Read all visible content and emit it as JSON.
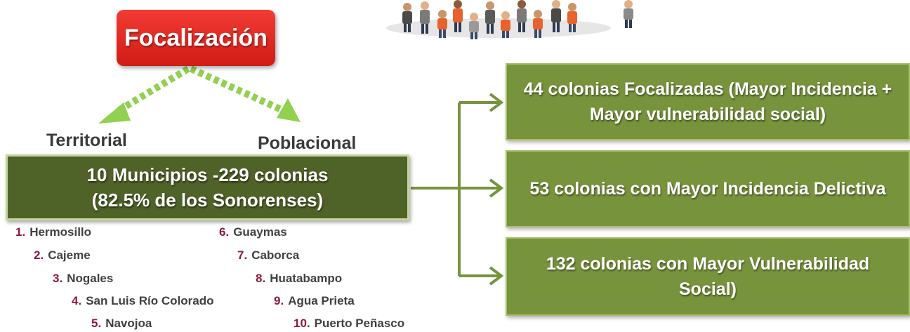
{
  "title": "Focalización",
  "categories": {
    "territorial": "Territorial",
    "poblacional": "Poblacional"
  },
  "main_box": {
    "line1": "10 Municipios -229 colonias",
    "line2": "(82.5% de los Sonorenses)"
  },
  "right_boxes": [
    {
      "line1": "44 colonias Focalizadas (Mayor Incidencia +",
      "line2": "Mayor vulnerabilidad social)"
    },
    {
      "line1": "53 colonias con Mayor Incidencia Delictiva",
      "line2": ""
    },
    {
      "line1": "132 colonias con Mayor Vulnerabilidad",
      "line2": "Social)"
    }
  ],
  "municipalities": [
    {
      "num": "1.",
      "name": "Hermosillo"
    },
    {
      "num": "2.",
      "name": "Cajeme"
    },
    {
      "num": "3.",
      "name": "Nogales"
    },
    {
      "num": "4.",
      "name": "San Luis Río Colorado"
    },
    {
      "num": "5.",
      "name": "Navojoa"
    },
    {
      "num": "6.",
      "name": "Guaymas"
    },
    {
      "num": "7.",
      "name": "Caborca"
    },
    {
      "num": "8.",
      "name": "Huatabampo"
    },
    {
      "num": "9.",
      "name": "Agua Prieta"
    },
    {
      "num": "10.",
      "name": "Puerto Peñasco"
    }
  ],
  "colors": {
    "title_red": "#e0261f",
    "main_green": "#4f6228",
    "box_olive": "#77933c",
    "arrow_green": "#92d050",
    "connector_green": "#77933c",
    "number_maroon": "#8b1a3a"
  }
}
